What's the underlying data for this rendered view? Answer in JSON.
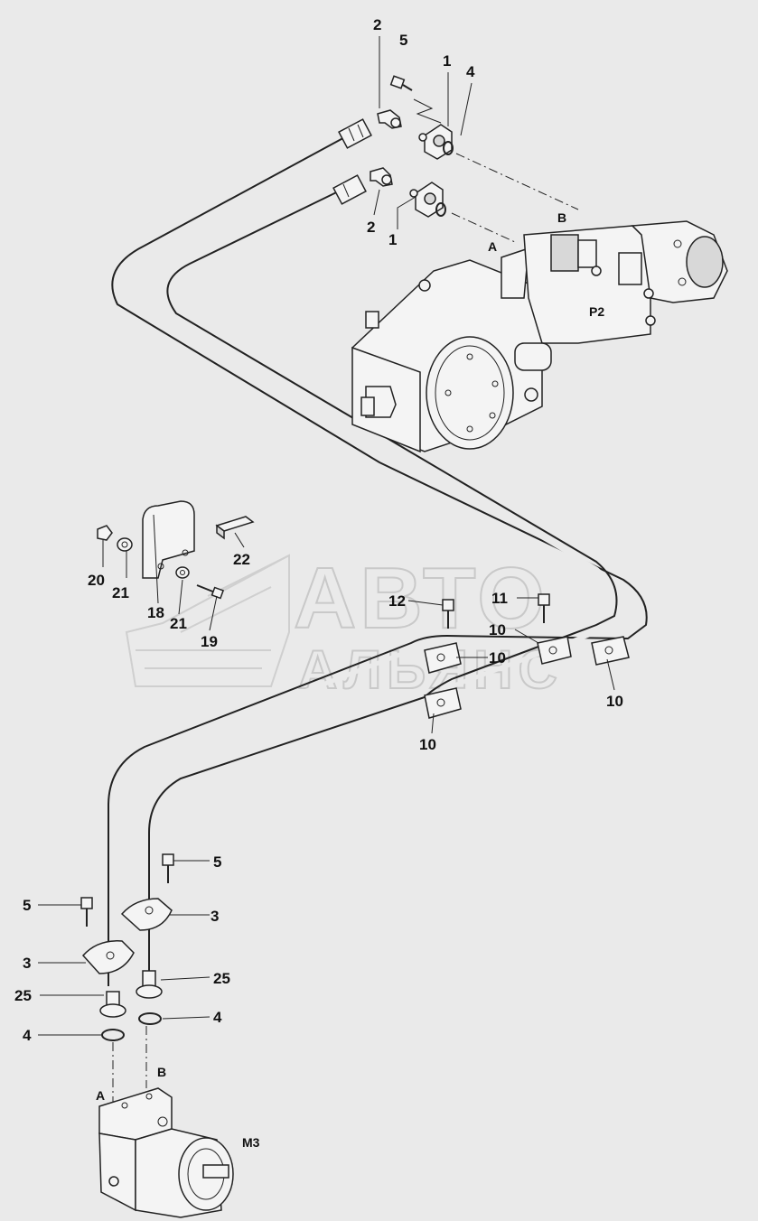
{
  "watermark": {
    "line1": "АВТО",
    "line2": "АЛЬЯНС"
  },
  "callouts": {
    "c2_top": "2",
    "c5_top": "5",
    "c1_top": "1",
    "c4_top": "4",
    "c2_mid": "2",
    "c1_mid": "1",
    "c22": "22",
    "c20": "20",
    "c21_left": "21",
    "c18": "18",
    "c21_mid": "21",
    "c19": "19",
    "c12": "12",
    "c11": "11",
    "c10_a": "10",
    "c10_b": "10",
    "c10_c": "10",
    "c10_d": "10",
    "c5_right": "5",
    "c3_right": "3",
    "c5_left": "5",
    "c3_left": "3",
    "c25_right": "25",
    "c25_left": "25",
    "c4_right": "4",
    "c4_left": "4"
  },
  "port_labels": {
    "pump_b": "B",
    "pump_a": "A",
    "pump_name": "P2",
    "motor_b": "B",
    "motor_a": "A",
    "motor_name": "M3"
  },
  "colors": {
    "background": "#eaeaea",
    "ink": "#222222",
    "watermark": "#c9c9c9"
  }
}
